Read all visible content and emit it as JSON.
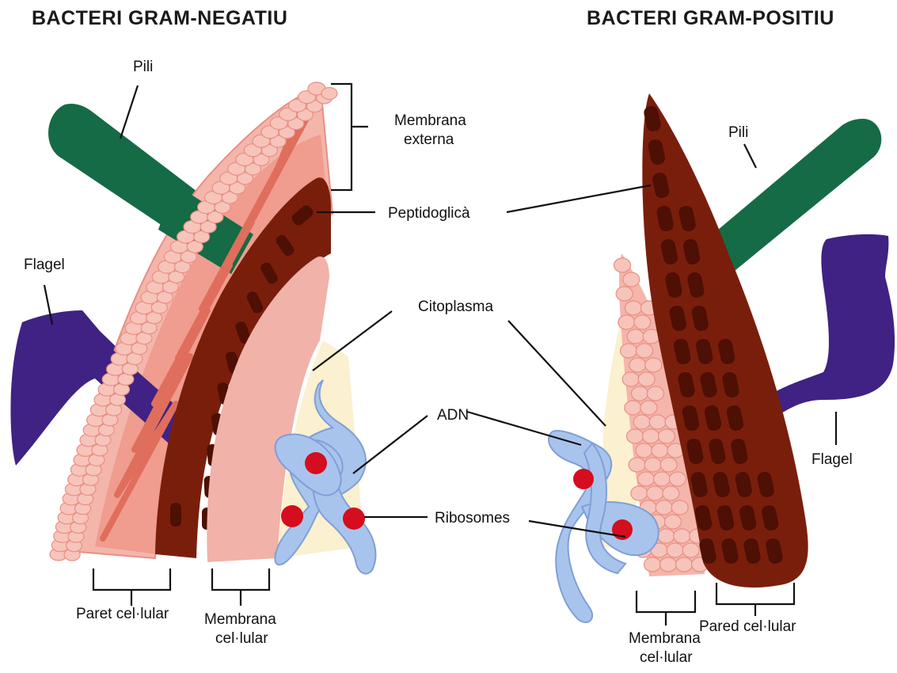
{
  "titles": {
    "left": "BACTERI GRAM-NEGATIU",
    "right": "BACTERI GRAM-POSITIU"
  },
  "labels": {
    "left_pili": "Pili",
    "membrana_externa_1": "Membrana",
    "membrana_externa_2": "externa",
    "peptidoglica": "Peptidoglicà",
    "left_flagel": "Flagel",
    "citoplasma": "Citoplasma",
    "adn": "ADN",
    "ribosomes": "Ribosomes",
    "paret": "Paret cel·lular",
    "left_membrana_1": "Membrana",
    "left_membrana_2": "cel·lular",
    "right_pili": "Pili",
    "right_flagel": "Flagel",
    "right_membrana_1": "Membrana",
    "right_membrana_2": "cel·lular",
    "pared": "Pared cel·lular"
  },
  "colors": {
    "pili": "#146b45",
    "flagel": "#3f2283",
    "outer_membrane": "#f4b5ab",
    "outer_membrane_edge": "#e98f84",
    "lipid_bead": "#f7c4bb",
    "periplasm": "#ee9888",
    "lipoprotein_zigzag": "#e06e5c",
    "peptidoglycan": "#7a1e0c",
    "peptidoglycan_block": "#4e0f04",
    "cell_membrane": "#f1b2a9",
    "cytoplasm": "#fbf0cf",
    "dna": "#a9c4ec",
    "dna_edge": "#7f9fd6",
    "ribosome": "#d40e1e"
  }
}
